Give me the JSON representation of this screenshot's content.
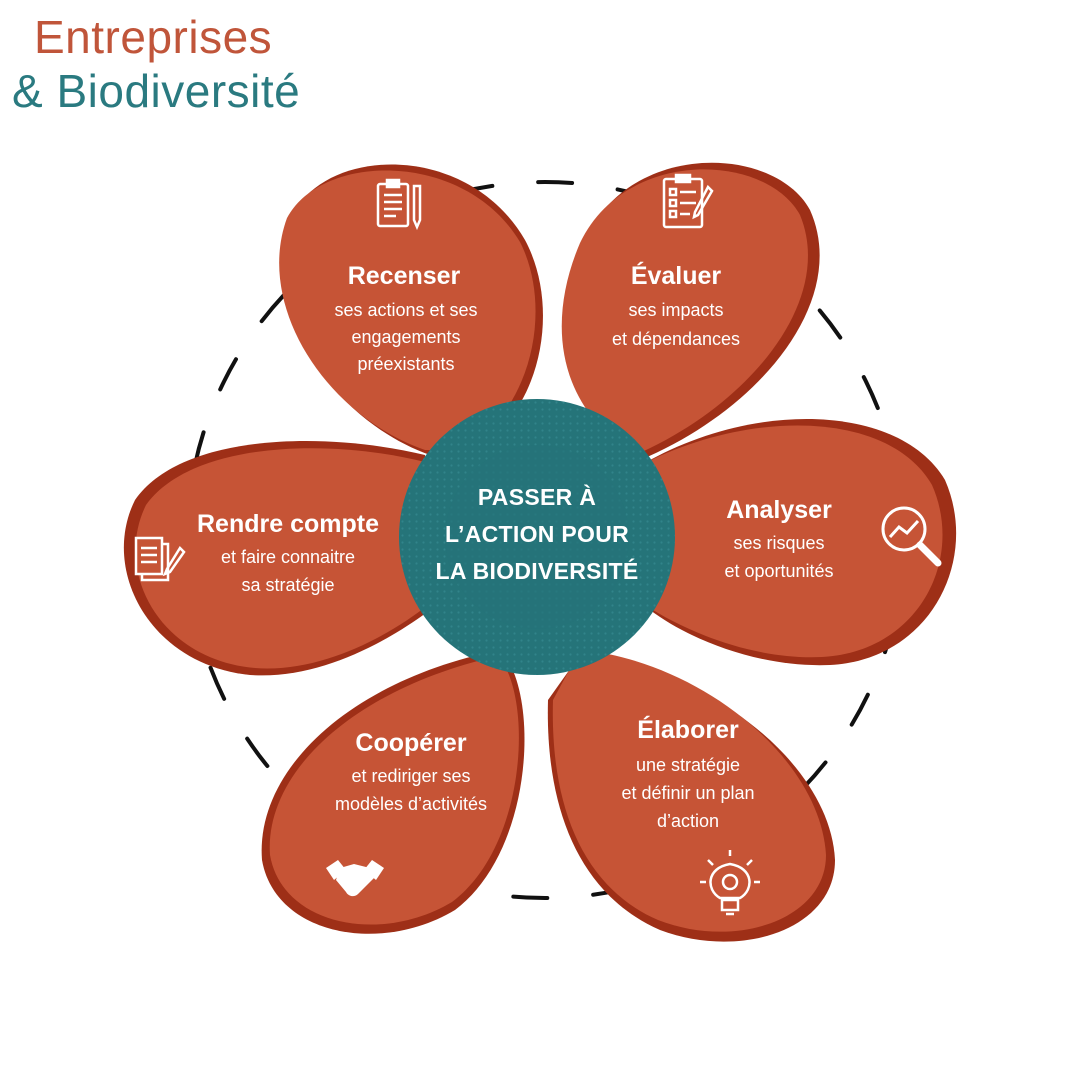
{
  "logo": {
    "line1": "Entreprises",
    "line2": "& Biodiversité"
  },
  "center": {
    "lines": [
      "PASSER À",
      "L’ACTION POUR",
      "LA BIODIVERSITÉ"
    ]
  },
  "petals": [
    {
      "id": "recenser",
      "title": "Recenser",
      "lines": [
        "ses actions et ses",
        "engagements",
        "préexistants"
      ],
      "icon": "clipboard-pen-icon"
    },
    {
      "id": "evaluer",
      "title": "Évaluer",
      "lines": [
        "ses impacts",
        "et dépendances"
      ],
      "icon": "checklist-icon"
    },
    {
      "id": "analyser",
      "title": "Analyser",
      "lines": [
        "ses risques",
        "et oportunités"
      ],
      "icon": "magnifier-chart-icon"
    },
    {
      "id": "elaborer",
      "title": "Élaborer",
      "lines": [
        "une stratégie",
        "et définir un plan",
        "d’action"
      ],
      "icon": "lightbulb-gear-icon"
    },
    {
      "id": "cooperer",
      "title": "Coopérer",
      "lines": [
        "et rediriger ses",
        "modèles d’activités"
      ],
      "icon": "handshake-icon"
    },
    {
      "id": "rendre-compte",
      "title": "Rendre compte",
      "lines": [
        "et faire connaitre",
        "sa stratégie"
      ],
      "icon": "documents-pen-icon"
    }
  ],
  "colors": {
    "petal": "#c65436",
    "petal_edge": "#9e2f17",
    "center": "#257479",
    "logo_red": "#c0553a",
    "logo_teal": "#2a7a80",
    "ring": "#111111"
  }
}
